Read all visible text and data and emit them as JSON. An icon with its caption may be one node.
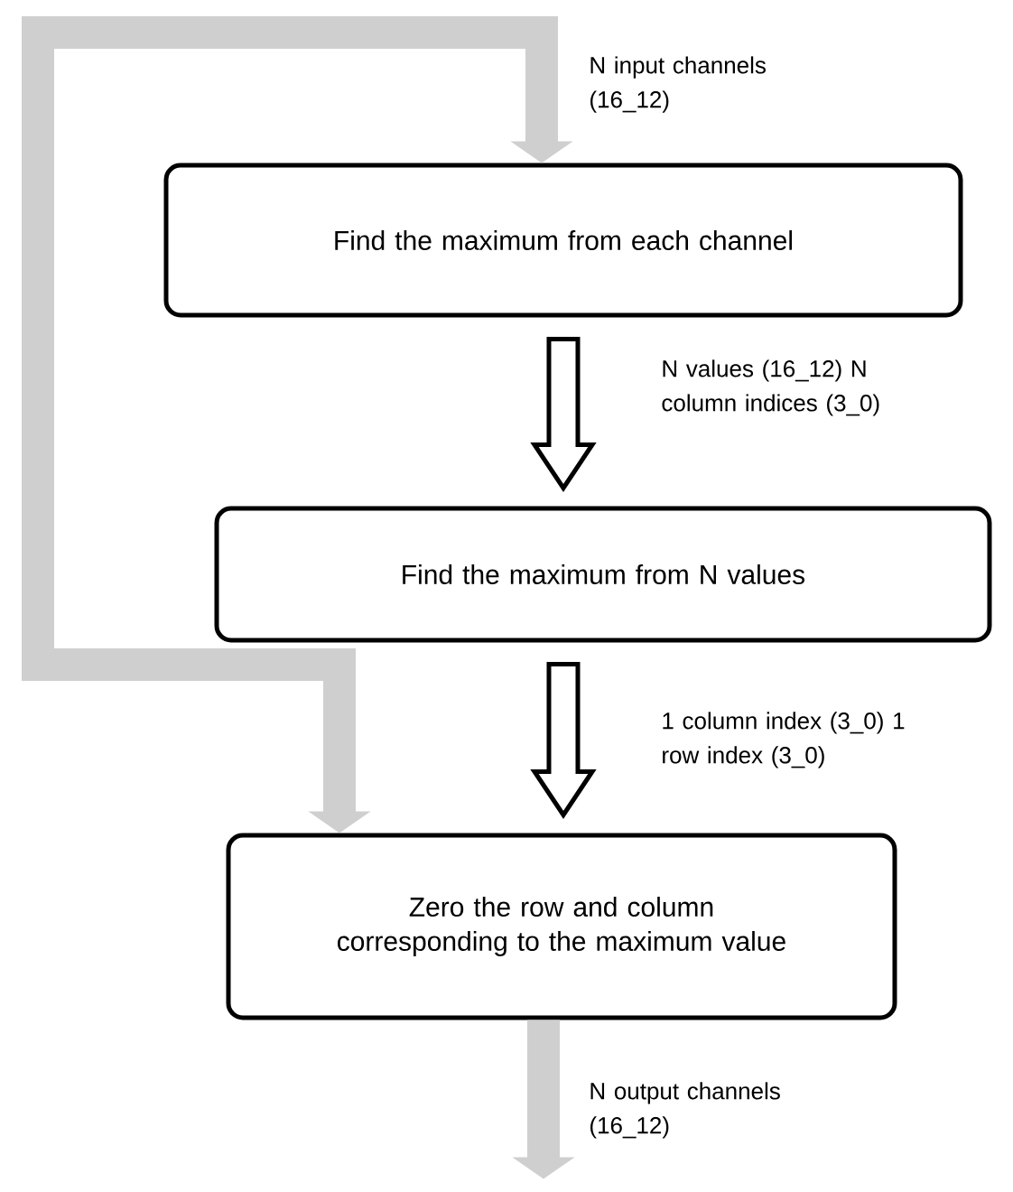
{
  "diagram": {
    "nodes": [
      {
        "text": [
          "Find the maximum from each channel"
        ]
      },
      {
        "text": [
          "Find the maximum from N values"
        ]
      },
      {
        "text": [
          "Zero the row and column corresponding to the maximum value"
        ]
      }
    ],
    "edges": [
      {
        "from": 0,
        "to": 2,
        "arrow": "both",
        "color": "#cfcfcf",
        "label": "N input channels (16_12)"
      },
      {
        "from": 0,
        "to": 1,
        "arrow": "to",
        "label": "N values (16_12) N column indices (3_0)"
      },
      {
        "from": 1,
        "to": 2,
        "arrow": "to",
        "label": "1 column index (3_0) 1 row index (3_0)"
      },
      {
        "from": 2,
        "to": null,
        "arrow": "to",
        "color": "#cfcfcf",
        "label": "N output channels (16_12)"
      }
    ]
  }
}
